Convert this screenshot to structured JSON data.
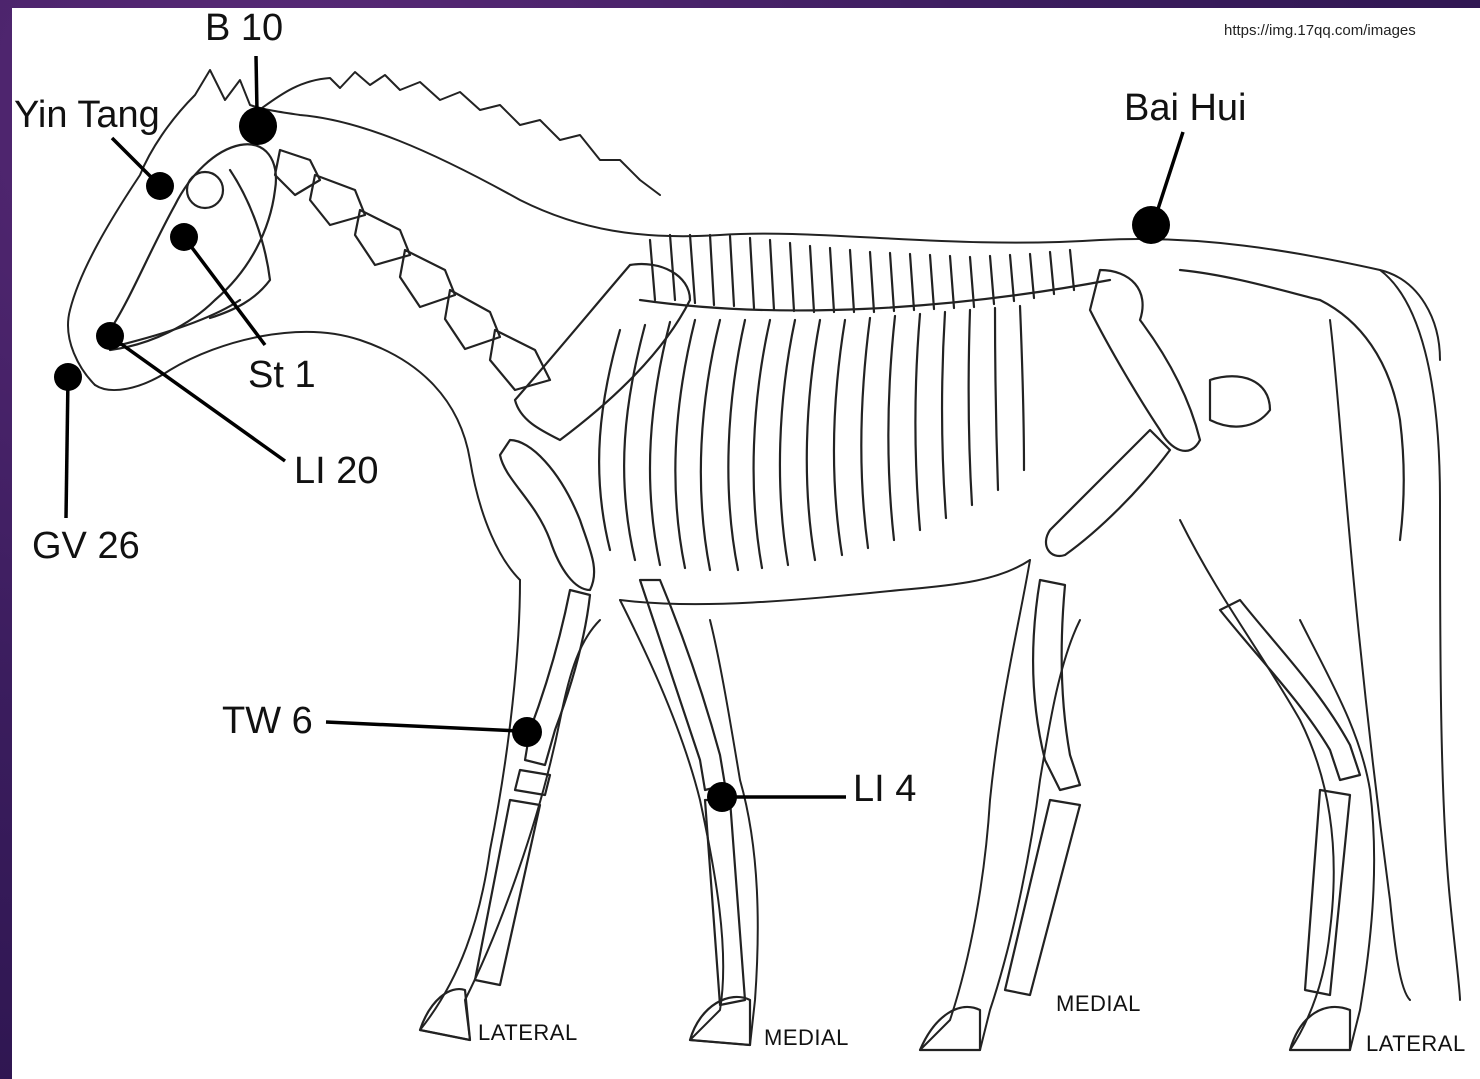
{
  "source_url": "https://img.17qq.com/images",
  "points": [
    {
      "id": "yin-tang",
      "label": "Yin Tang"
    },
    {
      "id": "b10",
      "label": "B 10"
    },
    {
      "id": "st1",
      "label": "St 1"
    },
    {
      "id": "li20",
      "label": "LI 20"
    },
    {
      "id": "gv26",
      "label": "GV 26"
    },
    {
      "id": "bai-hui",
      "label": "Bai Hui"
    },
    {
      "id": "tw6",
      "label": "TW 6"
    },
    {
      "id": "li4",
      "label": "LI 4"
    }
  ],
  "hoof_labels": {
    "front_left": "LATERAL",
    "front_right": "MEDIAL",
    "hind_left": "MEDIAL",
    "hind_right": "LATERAL"
  },
  "colors": {
    "frame": "#3b1d5e",
    "sheet": "#ffffff",
    "ink": "#111111"
  }
}
